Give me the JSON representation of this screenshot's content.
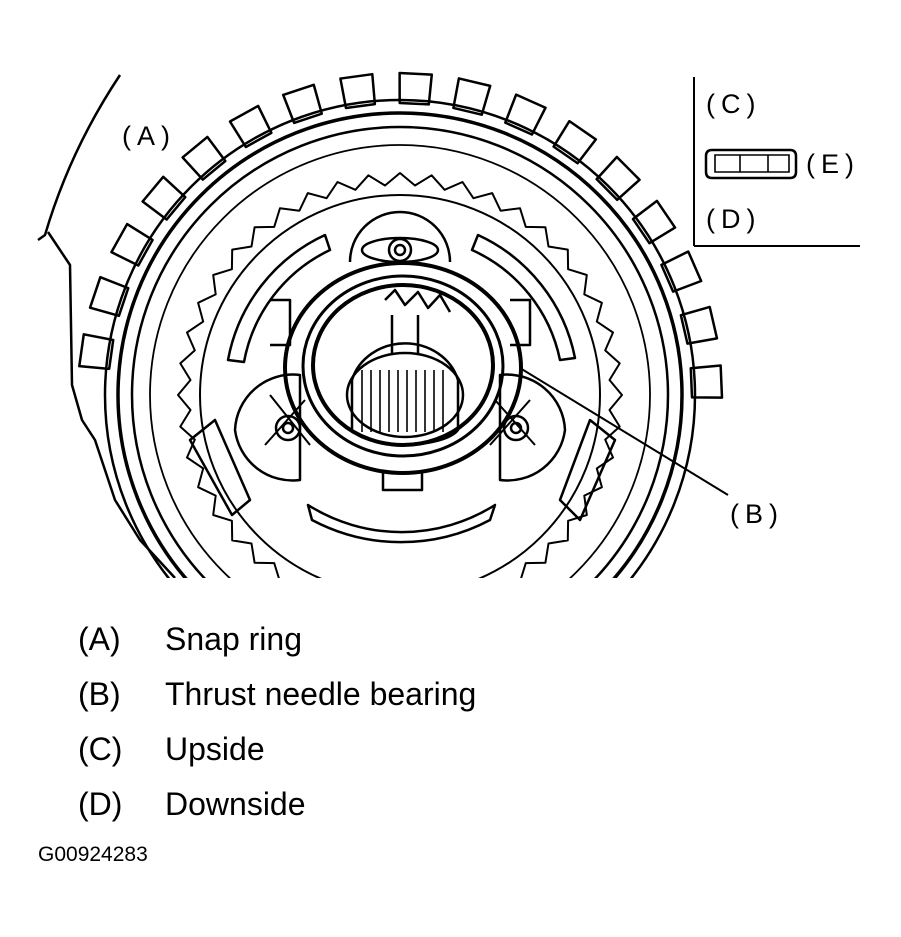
{
  "callouts": {
    "a": "(A)",
    "b": "(B)",
    "c": "(C)",
    "d": "(D)",
    "e": "(E)"
  },
  "legend": [
    {
      "key": "(A)",
      "description": "Snap ring"
    },
    {
      "key": "(B)",
      "description": "Thrust needle bearing"
    },
    {
      "key": "(C)",
      "description": "Upside"
    },
    {
      "key": "(D)",
      "description": "Downside"
    }
  ],
  "figure_id": "G00924283",
  "colors": {
    "ink": "#000000",
    "paper": "#ffffff"
  }
}
